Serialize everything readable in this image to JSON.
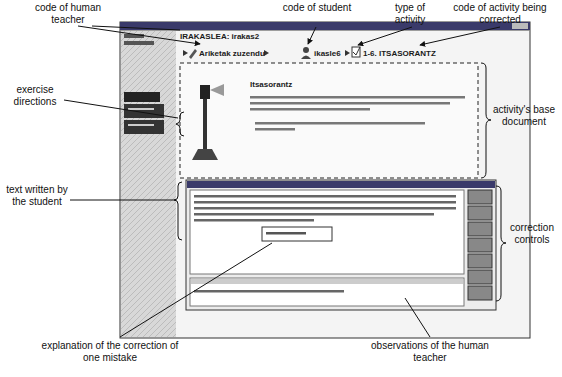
{
  "diagram": {
    "labels": [
      "code of human teacher",
      "code of student",
      "type of activity",
      "code of activity being corrected",
      "exercise directions",
      "text written by the student",
      "explanation of the correction of one mistake",
      "observations of the human teacher",
      "activity's base document",
      "correction controls",
      "IRAKASLEA: irakas2",
      "Ariketak zuzendu",
      "ikasle6",
      "1-6. ITSASORANTZ",
      "Itsasorantz"
    ]
  }
}
